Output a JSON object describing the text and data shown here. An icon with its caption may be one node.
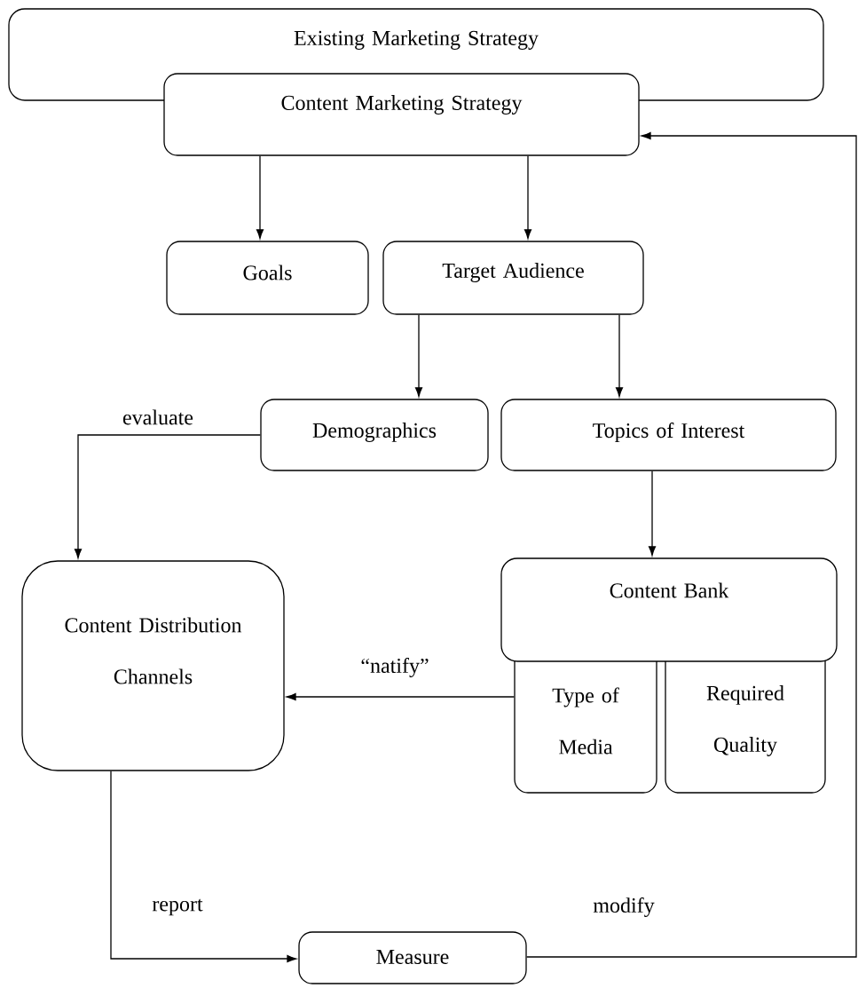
{
  "diagram": {
    "nodes": [
      {
        "text": [
          "Existing Marketing Strategy"
        ]
      },
      {
        "text": [
          "Content Marketing Strategy"
        ]
      },
      {
        "text": [
          "Goals"
        ]
      },
      {
        "text": [
          "Target Audience"
        ]
      },
      {
        "text": [
          "Demographics"
        ]
      },
      {
        "text": [
          "Topics of Interest"
        ]
      },
      {
        "text": [
          "Content Distribution Channels"
        ]
      },
      {
        "text": [
          "Content Bank"
        ]
      },
      {
        "text": [
          "Type of Media"
        ]
      },
      {
        "text": [
          "Required Quality"
        ]
      },
      {
        "text": [
          "Measure"
        ]
      }
    ],
    "edges": [
      {
        "from": 1,
        "to": 2,
        "arrow": "to"
      },
      {
        "from": 1,
        "to": 3,
        "arrow": "to"
      },
      {
        "from": 3,
        "to": 4,
        "arrow": "to"
      },
      {
        "from": 3,
        "to": 5,
        "arrow": "to"
      },
      {
        "from": 4,
        "to": 6,
        "arrow": "to",
        "label": "evaluate"
      },
      {
        "from": 5,
        "to": 7,
        "arrow": "to"
      },
      {
        "from": 8,
        "to": 6,
        "arrow": "to",
        "label": "“natify”"
      },
      {
        "from": 6,
        "to": 10,
        "arrow": "to",
        "label": "report"
      },
      {
        "from": 10,
        "to": 1,
        "arrow": "to",
        "label": "modify"
      }
    ]
  }
}
